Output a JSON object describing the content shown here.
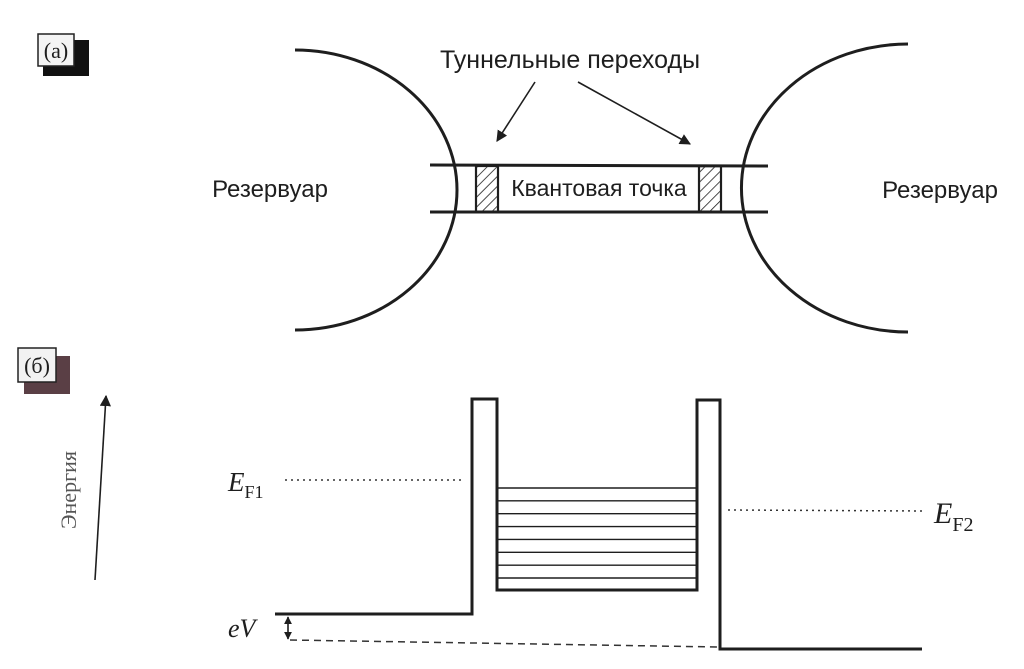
{
  "panel_a": {
    "tag": "(a)",
    "tunnel_label": "Туннельные переходы",
    "dot_label": "Квантовая точка",
    "left_reservoir": "Резервуар",
    "right_reservoir": "Резервуар"
  },
  "panel_b": {
    "tag": "(б)",
    "energy_label": "Энергия",
    "ef1": {
      "main": "E",
      "sub": "F1"
    },
    "ef2": {
      "main": "E",
      "sub": "F2"
    },
    "ev": "eV",
    "level_count": 8
  }
}
